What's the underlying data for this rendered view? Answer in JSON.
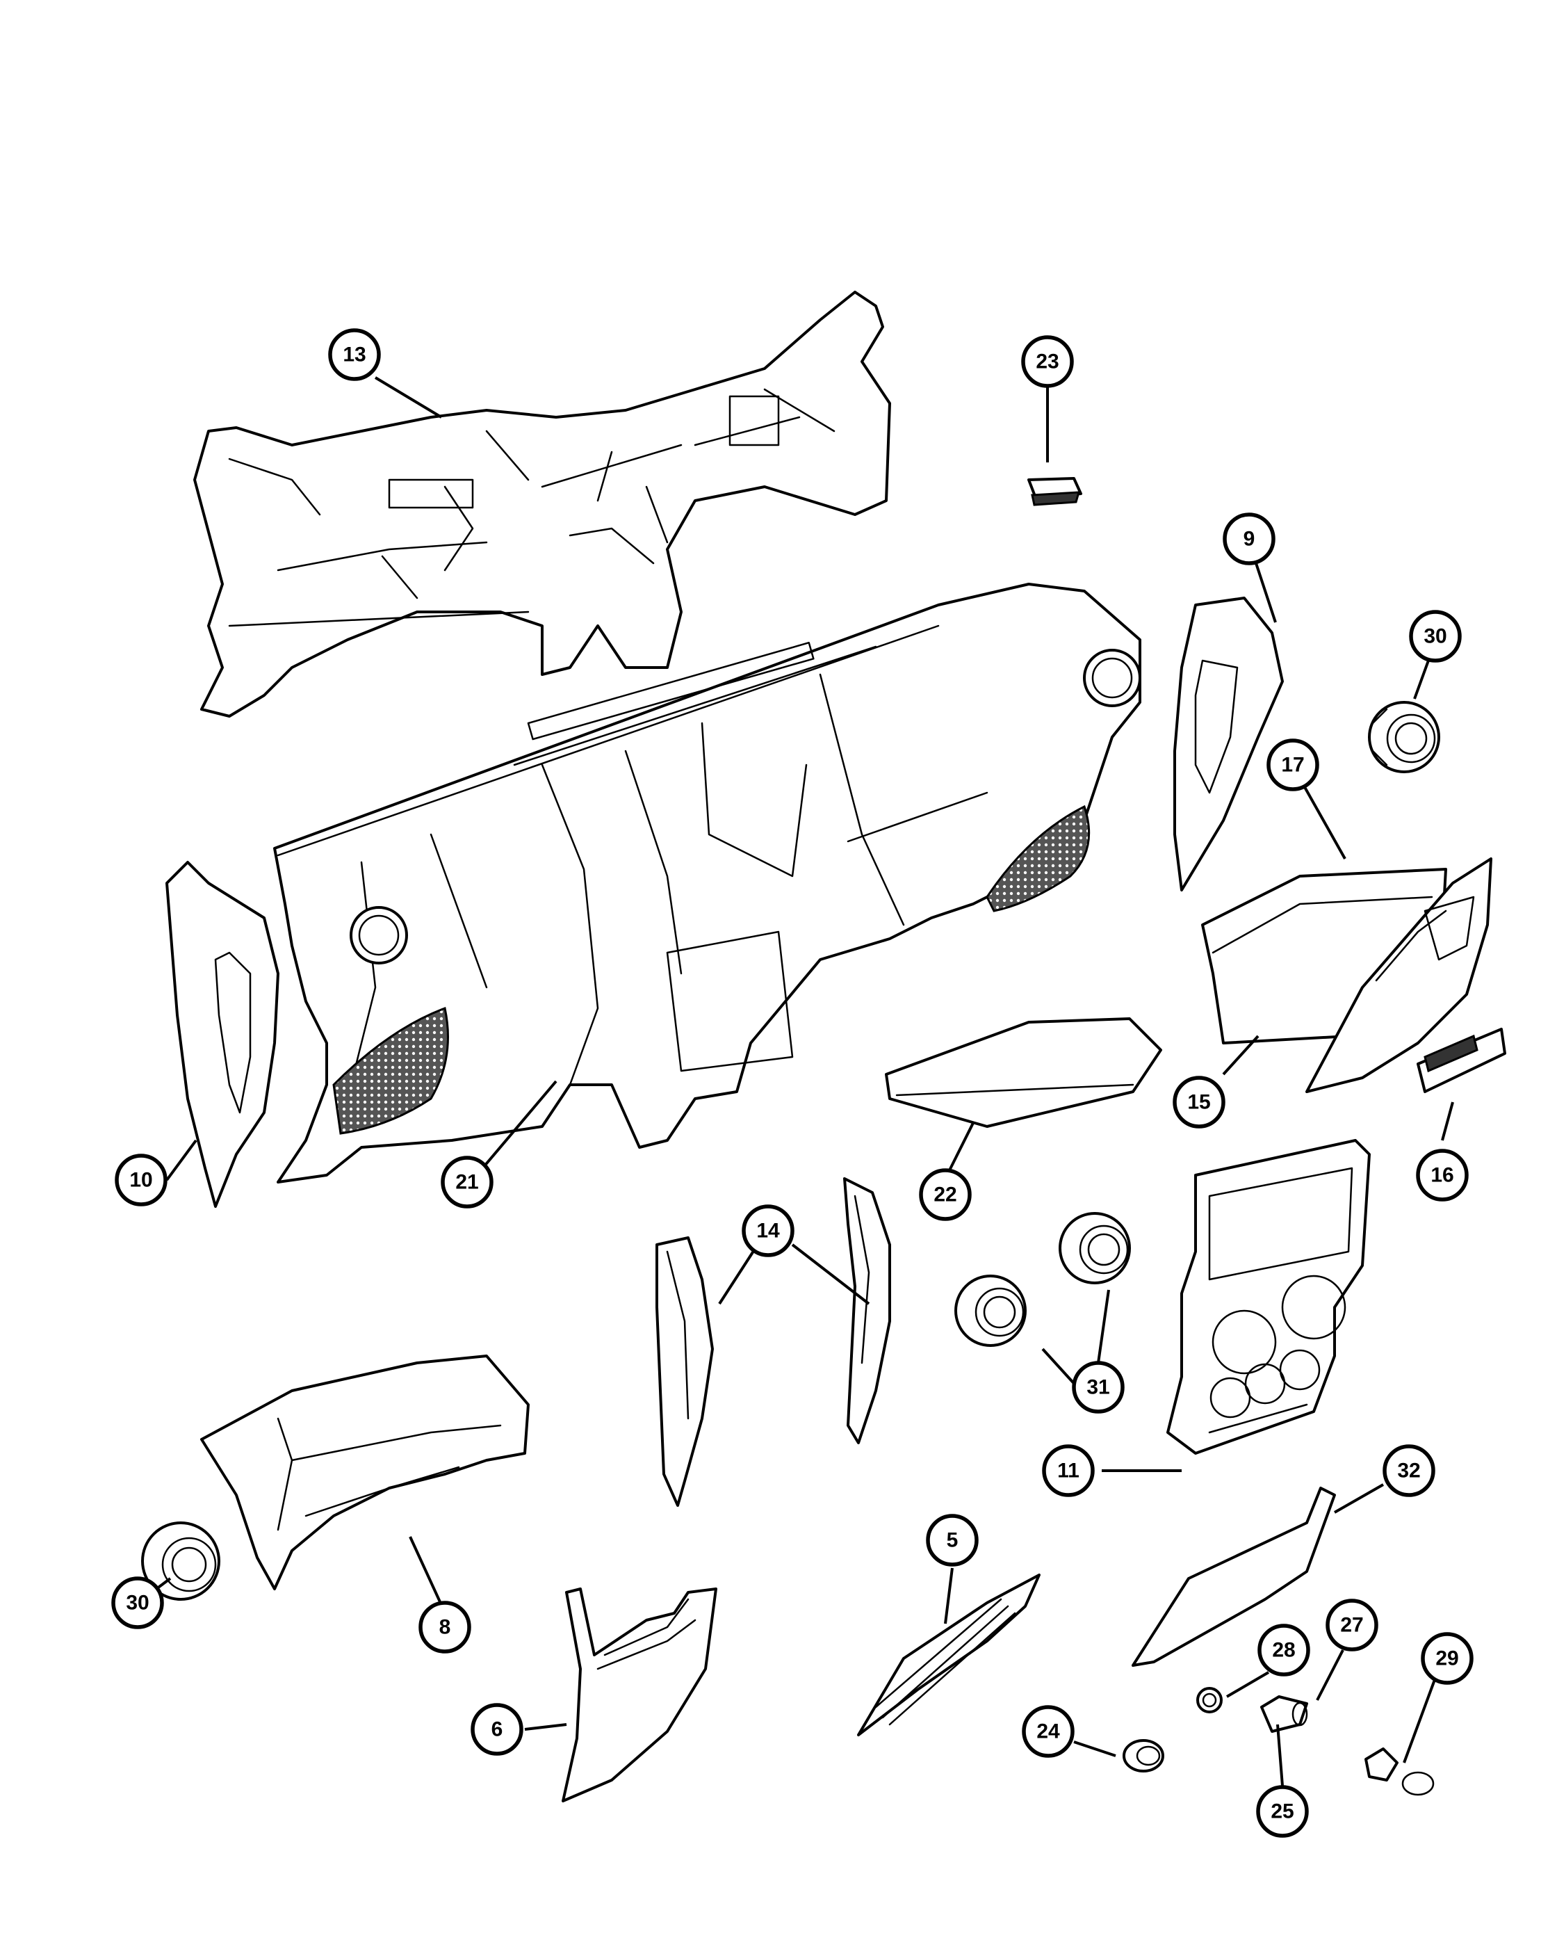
{
  "callouts": [
    {
      "id": "13",
      "label": "13"
    },
    {
      "id": "23",
      "label": "23"
    },
    {
      "id": "9",
      "label": "9"
    },
    {
      "id": "30a",
      "label": "30"
    },
    {
      "id": "17",
      "label": "17"
    },
    {
      "id": "10",
      "label": "10"
    },
    {
      "id": "21",
      "label": "21"
    },
    {
      "id": "22",
      "label": "22"
    },
    {
      "id": "15",
      "label": "15"
    },
    {
      "id": "16",
      "label": "16"
    },
    {
      "id": "14",
      "label": "14"
    },
    {
      "id": "31",
      "label": "31"
    },
    {
      "id": "11",
      "label": "11"
    },
    {
      "id": "32",
      "label": "32"
    },
    {
      "id": "5",
      "label": "5"
    },
    {
      "id": "30b",
      "label": "30"
    },
    {
      "id": "8",
      "label": "8"
    },
    {
      "id": "6",
      "label": "6"
    },
    {
      "id": "28",
      "label": "28"
    },
    {
      "id": "27",
      "label": "27"
    },
    {
      "id": "29",
      "label": "29"
    },
    {
      "id": "24",
      "label": "24"
    },
    {
      "id": "25",
      "label": "25"
    }
  ]
}
